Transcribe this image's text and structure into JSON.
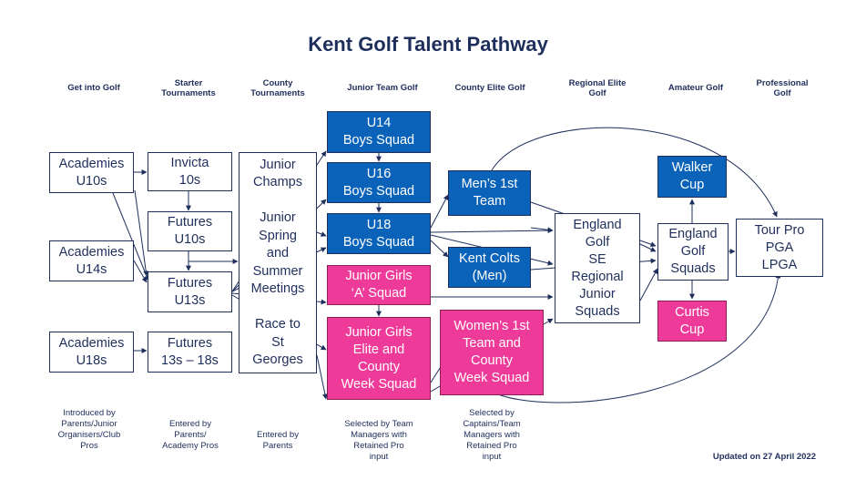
{
  "title": "Kent Golf Talent Pathway",
  "columns": [
    {
      "id": "get-into-golf",
      "label": "Get into Golf"
    },
    {
      "id": "starter-tournaments",
      "label": "Starter\nTournaments"
    },
    {
      "id": "county-tournaments",
      "label": "County\nTournaments"
    },
    {
      "id": "junior-team-golf",
      "label": "Junior Team Golf"
    },
    {
      "id": "county-elite-golf",
      "label": "County Elite Golf"
    },
    {
      "id": "regional-elite-golf",
      "label": "Regional Elite\nGolf"
    },
    {
      "id": "amateur-golf",
      "label": "Amateur Golf"
    },
    {
      "id": "professional-golf",
      "label": "Professional\nGolf"
    }
  ],
  "nodes": [
    {
      "id": "academies-u10",
      "label": "Academies\nU10s",
      "style": "outline"
    },
    {
      "id": "academies-u14",
      "label": "Academies\nU14s",
      "style": "outline"
    },
    {
      "id": "academies-u18",
      "label": "Academies\nU18s",
      "style": "outline"
    },
    {
      "id": "invicta-10s",
      "label": "Invicta\n10s",
      "style": "outline"
    },
    {
      "id": "futures-u10",
      "label": "Futures\nU10s",
      "style": "outline"
    },
    {
      "id": "futures-u13",
      "label": "Futures\nU13s",
      "style": "outline"
    },
    {
      "id": "futures-13-18",
      "label": "Futures\n13s – 18s",
      "style": "outline"
    },
    {
      "id": "county-tournaments-box",
      "label": "Junior\nChamps\n\nJunior\nSpring\nand\nSummer\nMeetings\n\nRace to\nSt\nGeorges",
      "style": "outline"
    },
    {
      "id": "u14-boys",
      "label": "U14\nBoys Squad",
      "style": "blue"
    },
    {
      "id": "u16-boys",
      "label": "U16\nBoys Squad",
      "style": "blue"
    },
    {
      "id": "u18-boys",
      "label": "U18\nBoys Squad",
      "style": "blue"
    },
    {
      "id": "junior-girls-a",
      "label": "Junior Girls\n‘A’ Squad",
      "style": "pink"
    },
    {
      "id": "junior-girls-elite",
      "label": "Junior Girls\nElite and\nCounty\nWeek Squad",
      "style": "pink"
    },
    {
      "id": "mens-1st",
      "label": "Men’s 1st\nTeam",
      "style": "blue"
    },
    {
      "id": "kent-colts",
      "label": "Kent Colts\n(Men)",
      "style": "blue"
    },
    {
      "id": "womens-1st",
      "label": "Women’s 1st\nTeam and\nCounty\nWeek Squad",
      "style": "pink"
    },
    {
      "id": "england-se",
      "label": "England\nGolf\nSE\nRegional\nJunior\nSquads",
      "style": "outline"
    },
    {
      "id": "walker-cup",
      "label": "Walker\nCup",
      "style": "blue"
    },
    {
      "id": "england-squads",
      "label": "England\nGolf\nSquads",
      "style": "outline"
    },
    {
      "id": "curtis-cup",
      "label": "Curtis\nCup",
      "style": "pink"
    },
    {
      "id": "tour-pro",
      "label": "Tour Pro\nPGA\nLPGA",
      "style": "outline"
    }
  ],
  "notes": [
    {
      "id": "note-get-into-golf",
      "text": "Introduced by\nParents/Junior\nOrganisers/Club\nPros"
    },
    {
      "id": "note-starter",
      "text": "Entered by\nParents/\nAcademy Pros"
    },
    {
      "id": "note-county",
      "text": "Entered by\nParents"
    },
    {
      "id": "note-junior-team",
      "text": "Selected by Team\nManagers with\nRetained Pro\ninput"
    },
    {
      "id": "note-county-elite",
      "text": "Selected by\nCaptains/Team\nManagers with\nRetained Pro\ninput"
    }
  ],
  "updated": "Updated on 27 April 2022",
  "colors": {
    "navy": "#1f2f5c",
    "blue": "#0a63b8",
    "pink": "#ee3b9a"
  }
}
